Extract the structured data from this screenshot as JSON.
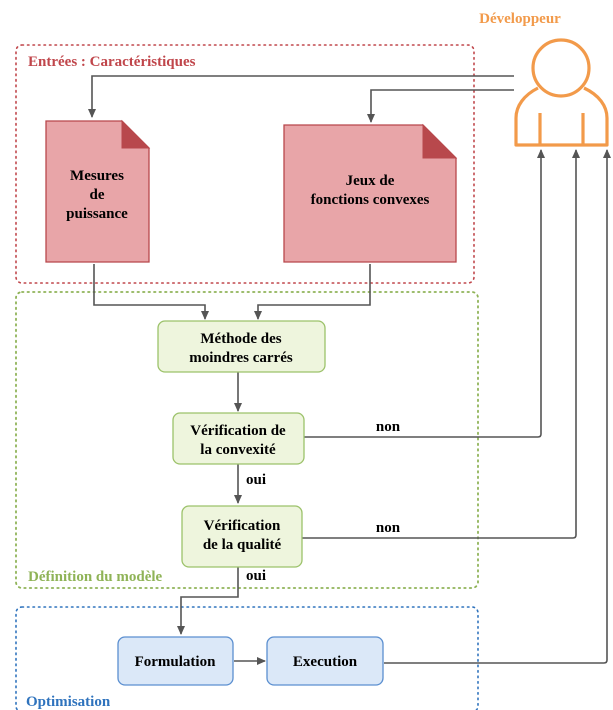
{
  "actor": {
    "label": "Développeur",
    "color": "#f29a4a"
  },
  "groups": {
    "inputs": {
      "label": "Entrées : Caractéristiques",
      "color": "#c0464b"
    },
    "model": {
      "label": "Définition du modèle",
      "color": "#8fb357"
    },
    "optimisation": {
      "label": "Optimisation",
      "color": "#2f73bd"
    }
  },
  "nodes": {
    "power_measures": {
      "line1": "Mesures",
      "line2": "de",
      "line3": "puissance"
    },
    "convex_sets": {
      "line1": "Jeux de",
      "line2": "fonctions convexes"
    },
    "least_squares": {
      "line1": "Méthode des",
      "line2": "moindres carrés"
    },
    "convexity_check": {
      "line1": "Vérification de",
      "line2": "la convexité"
    },
    "quality_check": {
      "line1": "Vérification",
      "line2": "de la qualité"
    },
    "formulation": {
      "label": "Formulation"
    },
    "execution": {
      "label": "Execution"
    }
  },
  "edge_labels": {
    "convexity_no": "non",
    "convexity_yes": "oui",
    "quality_no": "non",
    "quality_yes": "oui"
  },
  "colors": {
    "doc_fill": "#e8a5a8",
    "doc_stroke": "#b8484c",
    "green_fill": "#eef5dd",
    "green_stroke": "#9cc26a",
    "blue_fill": "#dbe8f8",
    "blue_stroke": "#5b8fd0",
    "arrow": "#555555"
  }
}
